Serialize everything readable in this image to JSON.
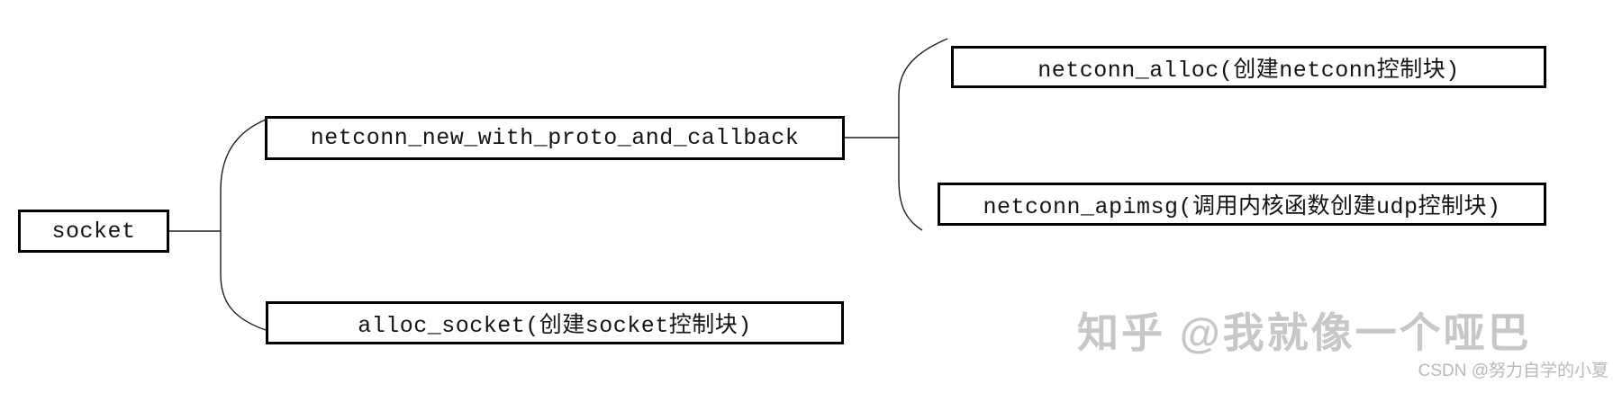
{
  "diagram": {
    "nodes": {
      "socket": "socket",
      "netconn_new": "netconn_new_with_proto_and_callback",
      "alloc_socket": "alloc_socket(创建socket控制块)",
      "netconn_alloc": "netconn_alloc(创建netconn控制块)",
      "netconn_apimsg": "netconn_apimsg(调用内核函数创建udp控制块)"
    }
  },
  "watermarks": {
    "zhihu": "知乎 @我就像一个哑巴",
    "csdn": "CSDN @努力自学的小夏"
  },
  "colors": {
    "background": "#ffffff",
    "box_border": "#000000",
    "connector_line": "#1c1c1c",
    "watermark_large": "#c7c7c7",
    "watermark_small": "#b9b9b9"
  }
}
